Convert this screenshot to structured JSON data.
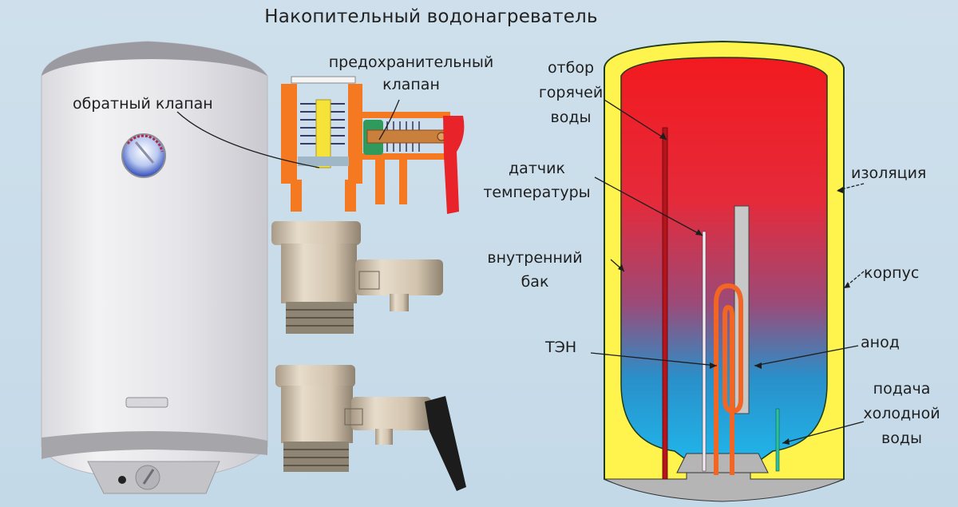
{
  "title": "Накопительный водонагреватель",
  "labels": {
    "check_valve": "обратный клапан",
    "safety_valve": [
      "предохранительный",
      "клапан"
    ],
    "hot_water_outlet": [
      "отбор",
      "горячей",
      "воды"
    ],
    "temperature_sensor": [
      "датчик",
      "температуры"
    ],
    "inner_tank": [
      "внутренний",
      "бак"
    ],
    "heating_element": "ТЭН",
    "insulation": "изоляция",
    "housing": "корпус",
    "anode": "анод",
    "cold_water_inlet": [
      "подача",
      "холодной",
      "воды"
    ]
  },
  "colors": {
    "background": "#c9dcea",
    "hot_water": "#ee1c24",
    "cold_water": "#1fb0e6",
    "insulation": "#fff34d",
    "heating_element": "#f26522",
    "anode": "#c8c8c8",
    "valve_body": "#f47920",
    "valve_handle": "#e8232a",
    "heater_body": "#e9e9ec"
  }
}
